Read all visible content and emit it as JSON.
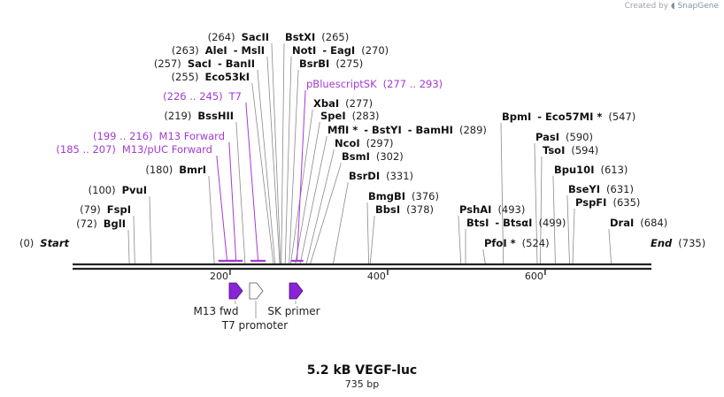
{
  "credit": {
    "prefix": "Created by",
    "brand": "SnapGene"
  },
  "map": {
    "title": "5.2 kB VEGF-luc",
    "length_label": "735 bp",
    "length": 735,
    "axis_ticks": [
      "200",
      "400",
      "600"
    ],
    "colors": {
      "backbone": "#222222",
      "leader": "#888888",
      "purple": "#a33ad1",
      "arrow_fill": "#8a23d6"
    },
    "sites": [
      {
        "pos": 0,
        "text": [
          "(0)",
          "Start"
        ]
      },
      {
        "pos": 72,
        "text": [
          "(72)",
          "BglI"
        ]
      },
      {
        "pos": 79,
        "text": [
          "(79)",
          "FspI"
        ]
      },
      {
        "pos": 100,
        "text": [
          "(100)",
          "PvuI"
        ]
      },
      {
        "pos": 180,
        "text": [
          "(180)",
          "BmrI"
        ]
      },
      {
        "pos": 219,
        "text": [
          "(219)",
          "BssHII"
        ]
      },
      {
        "pos": 255,
        "text": [
          "(255)",
          "Eco53kI"
        ]
      },
      {
        "pos": 257,
        "text": [
          "(257)",
          "SacI",
          "- BanII"
        ]
      },
      {
        "pos": 263,
        "text": [
          "(263)",
          "AleI",
          "- MslI"
        ]
      },
      {
        "pos": 264,
        "text": [
          "(264)",
          "SacII"
        ]
      },
      {
        "pos": 265,
        "text": [
          "BstXI",
          "(265)"
        ]
      },
      {
        "pos": 270,
        "text": [
          "NotI",
          "- EagI",
          "(270)"
        ]
      },
      {
        "pos": 275,
        "text": [
          "BsrBI",
          "(275)"
        ]
      },
      {
        "pos": 277,
        "text": [
          "XbaI",
          "(277)"
        ]
      },
      {
        "pos": 283,
        "text": [
          "SpeI",
          "(283)"
        ]
      },
      {
        "pos": 289,
        "text": [
          "MflI *",
          "- BstYI",
          "- BamHI",
          "(289)"
        ]
      },
      {
        "pos": 297,
        "text": [
          "NcoI",
          "(297)"
        ]
      },
      {
        "pos": 302,
        "text": [
          "BsmI",
          "(302)"
        ]
      },
      {
        "pos": 331,
        "text": [
          "BsrDI",
          "(331)"
        ]
      },
      {
        "pos": 376,
        "text": [
          "BmgBI",
          "(376)"
        ]
      },
      {
        "pos": 378,
        "text": [
          "BbsI",
          "(378)"
        ]
      },
      {
        "pos": 493,
        "text": [
          "PshAI",
          "(493)"
        ]
      },
      {
        "pos": 499,
        "text": [
          "BtsI",
          "- BtsαI",
          "(499)"
        ]
      },
      {
        "pos": 524,
        "text": [
          "PfoI *",
          "(524)"
        ]
      },
      {
        "pos": 547,
        "text": [
          "BpmI",
          "- Eco57MI *",
          "(547)"
        ]
      },
      {
        "pos": 590,
        "text": [
          "PasI",
          "(590)"
        ]
      },
      {
        "pos": 594,
        "text": [
          "TsoI",
          "(594)"
        ]
      },
      {
        "pos": 613,
        "text": [
          "Bpu10I",
          "(613)"
        ]
      },
      {
        "pos": 631,
        "text": [
          "BseYI",
          "(631)"
        ]
      },
      {
        "pos": 635,
        "text": [
          "PspFI",
          "(635)"
        ]
      },
      {
        "pos": 684,
        "text": [
          "DraI",
          "(684)"
        ]
      },
      {
        "pos": 735,
        "text": [
          "End",
          "(735)"
        ]
      }
    ],
    "primer_labels": [
      {
        "range": [
          185,
          207
        ],
        "text": [
          "(185 .. 207)",
          "M13/pUC Forward"
        ]
      },
      {
        "range": [
          199,
          216
        ],
        "text": [
          "(199 .. 216)",
          "M13 Forward"
        ]
      },
      {
        "range": [
          226,
          245
        ],
        "text": [
          "(226 .. 245)",
          "T7"
        ]
      },
      {
        "range": [
          277,
          293
        ],
        "text": [
          "pBluescriptSK",
          "(277 .. 293)"
        ]
      }
    ],
    "features": [
      {
        "label": "M13 fwd",
        "style": "filled"
      },
      {
        "label": "T7 promoter",
        "style": "outline"
      },
      {
        "label": "SK primer",
        "style": "filled"
      }
    ]
  }
}
